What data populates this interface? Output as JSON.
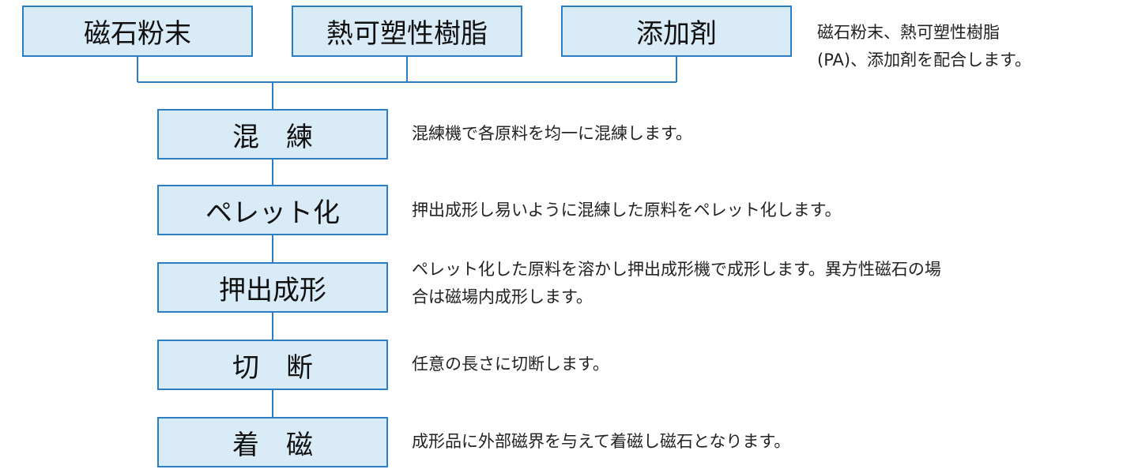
{
  "colors": {
    "box_fill": "#d9ebf7",
    "box_border": "#2a7fc4",
    "connector": "#2a7fc4",
    "text": "#222222"
  },
  "materials": [
    {
      "id": "magnet-powder",
      "label": "磁石粉末"
    },
    {
      "id": "thermoplastic-resin",
      "label": "熱可塑性樹脂"
    },
    {
      "id": "additive",
      "label": "添加剤"
    }
  ],
  "materials_note": "磁石粉末、熱可塑性樹脂\n(PA)、添加剤を配合します。",
  "steps": [
    {
      "id": "kneading",
      "label": "混　練",
      "description": "混練機で各原料を均一に混練します。"
    },
    {
      "id": "pelletizing",
      "label": "ペレット化",
      "description": "押出成形し易いように混練した原料をペレット化します。"
    },
    {
      "id": "extrusion",
      "label": "押出成形",
      "description": "ペレット化した原料を溶かし押出成形機で成形します。異方性磁石の場\n合は磁場内成形します。"
    },
    {
      "id": "cutting",
      "label": "切　断",
      "description": "任意の長さに切断します。"
    },
    {
      "id": "magnetizing",
      "label": "着　磁",
      "description": "成形品に外部磁界を与えて着磁し磁石となります。"
    }
  ]
}
